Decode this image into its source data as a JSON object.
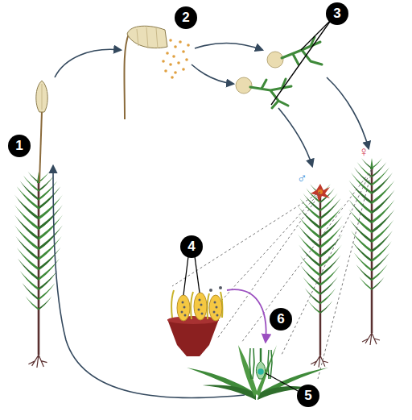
{
  "diagram": {
    "labels": [
      "1",
      "2",
      "3",
      "4",
      "5",
      "6",
      "♂",
      "♀"
    ]
  }
}
